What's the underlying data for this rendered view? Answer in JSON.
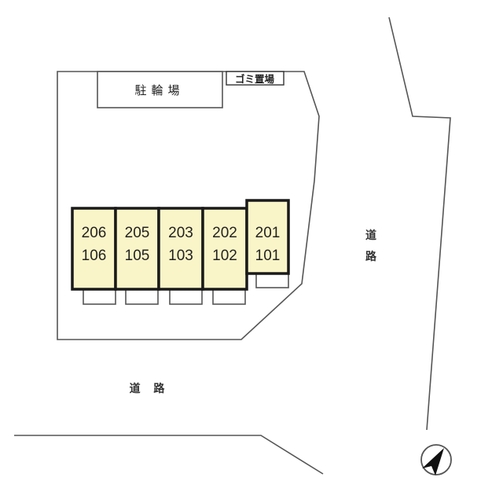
{
  "map": {
    "facilities": {
      "bicycle_parking": "駐輪場",
      "garbage_area": "ゴミ置場"
    },
    "units": [
      {
        "upper": "206",
        "lower": "106"
      },
      {
        "upper": "205",
        "lower": "105"
      },
      {
        "upper": "203",
        "lower": "103"
      },
      {
        "upper": "202",
        "lower": "102"
      },
      {
        "upper": "201",
        "lower": "101"
      }
    ],
    "roads": {
      "east_top": "道",
      "east_bottom": "路",
      "south": "道 路"
    },
    "compass": {
      "icon": "north-arrow-icon"
    },
    "colors": {
      "unit_fill": "#faf5c8",
      "unit_border": "#1a1a1a",
      "line": "#555555"
    }
  }
}
